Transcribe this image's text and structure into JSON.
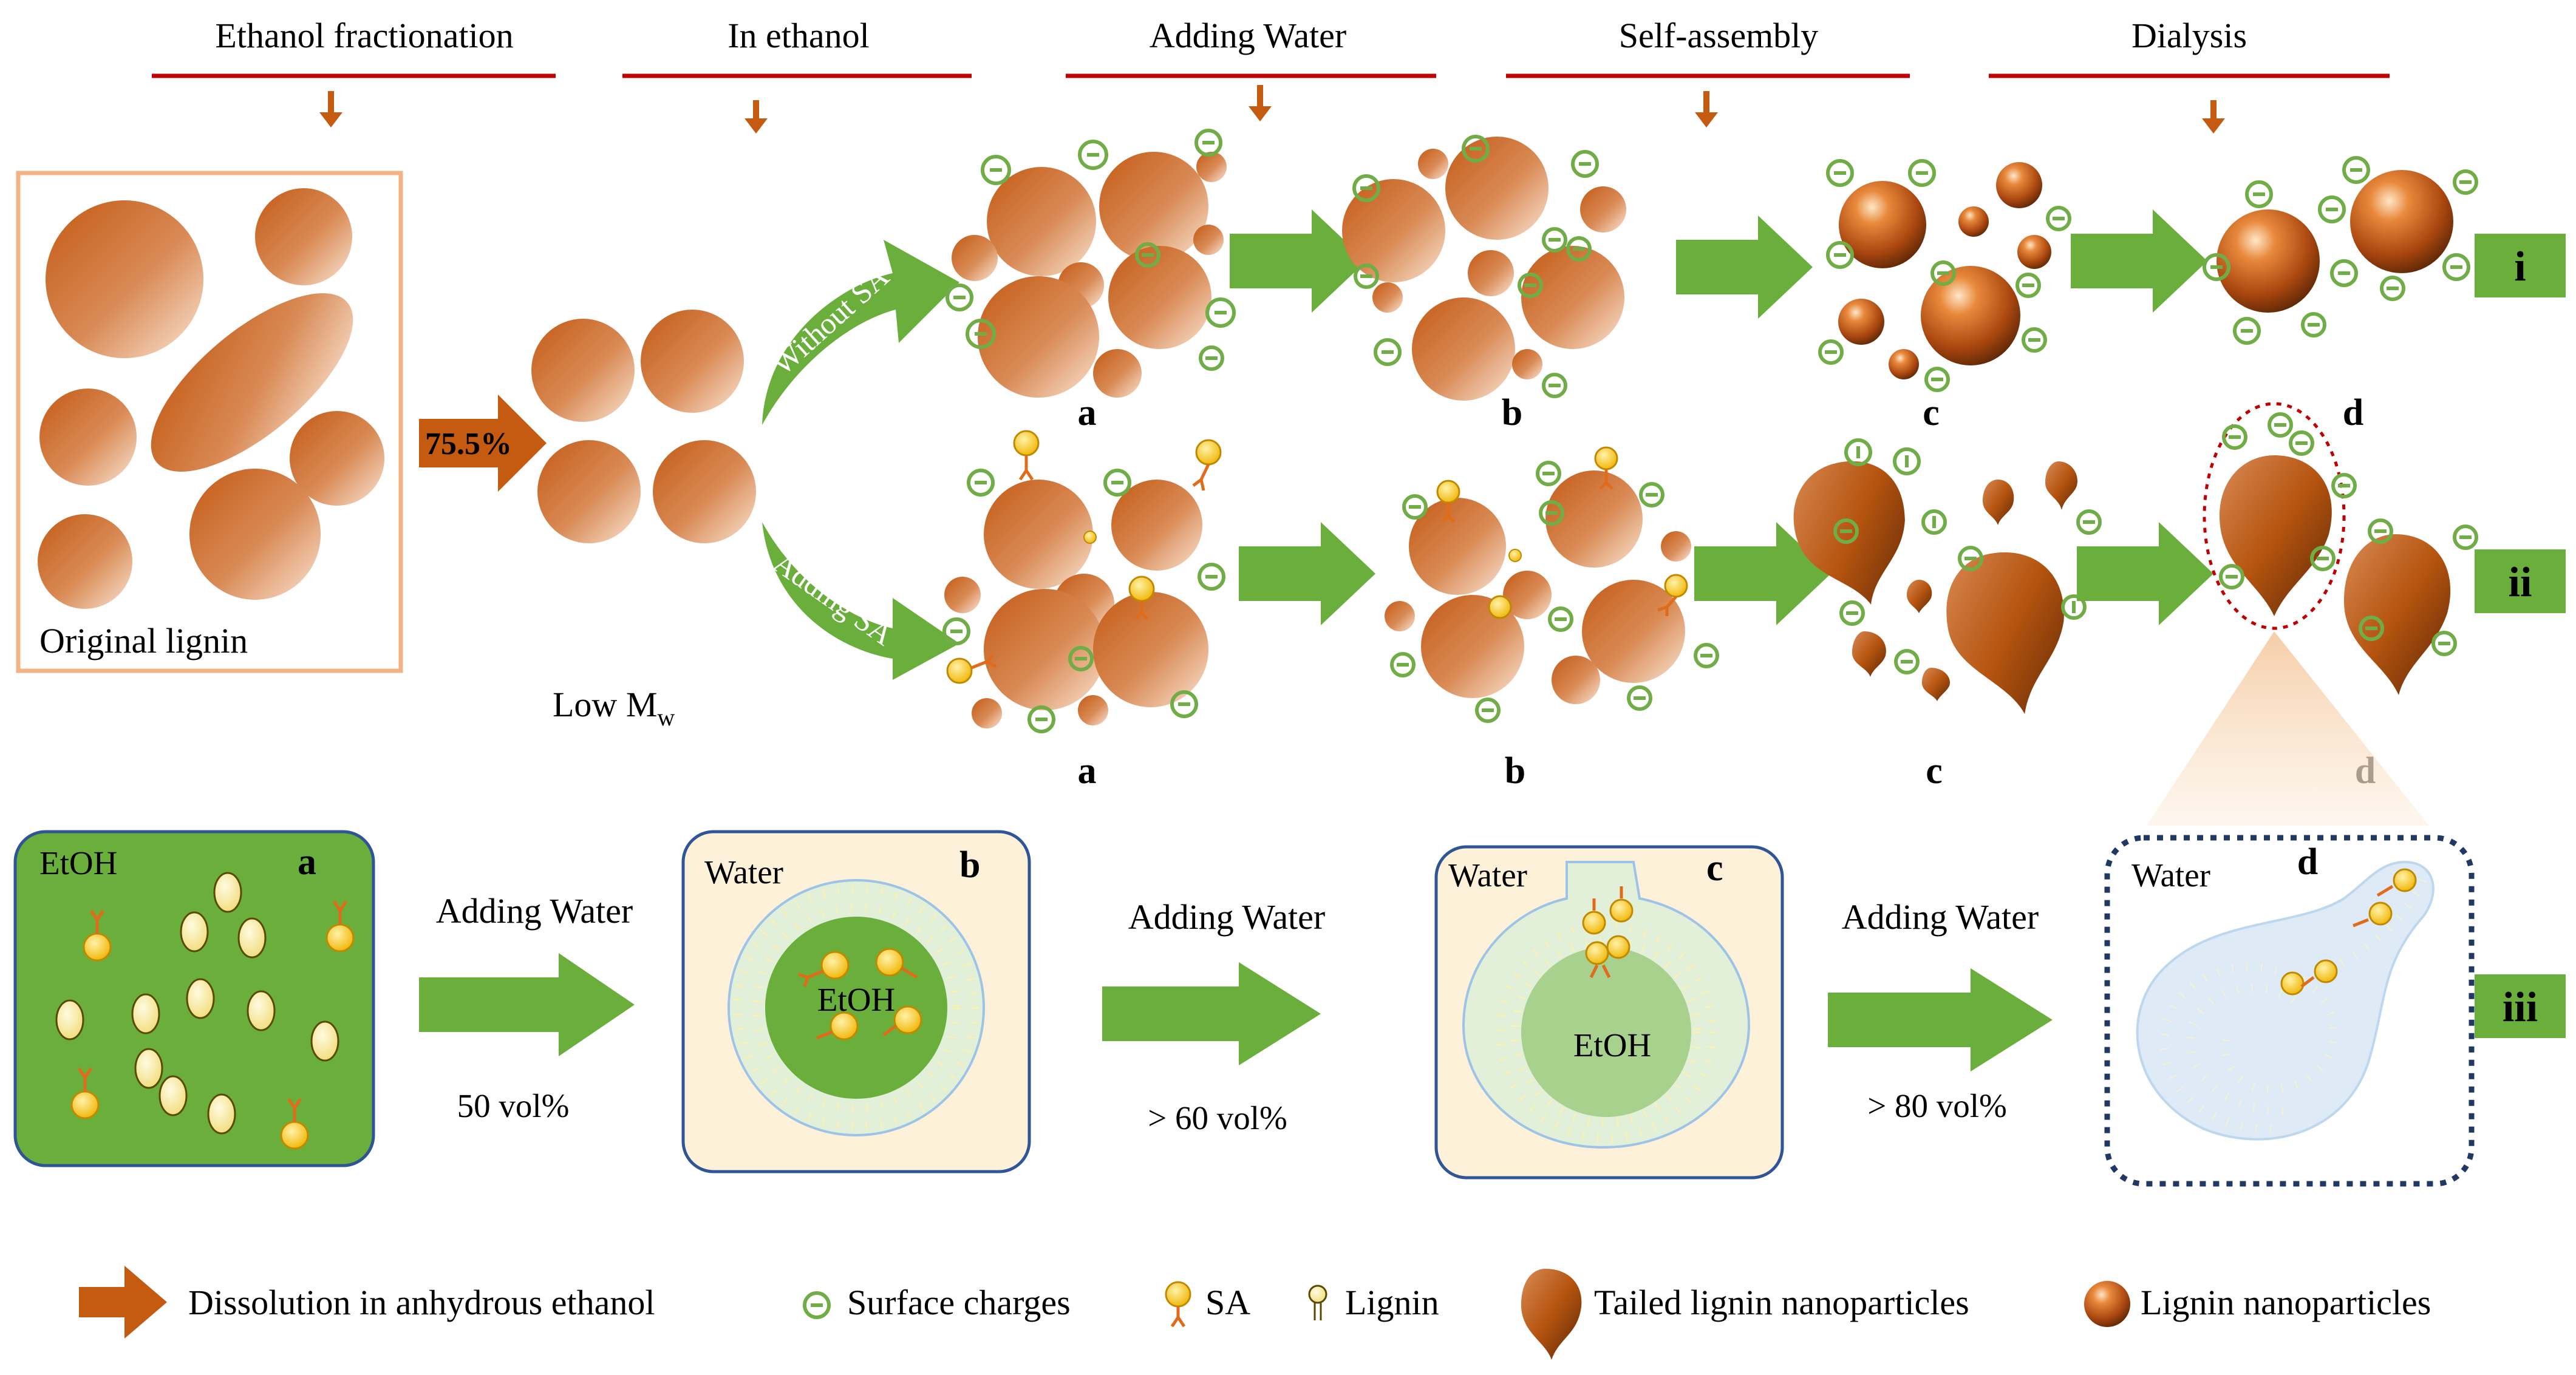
{
  "stages": {
    "s1": "Ethanol fractionation",
    "s2": "In ethanol",
    "s3": "Adding Water",
    "s4": "Self-assembly",
    "s5": "Dialysis"
  },
  "labels": {
    "original": "Original lignin",
    "yield": "75.5%",
    "low_mw": "Low M",
    "low_mw_sub": "w",
    "without_sa": "Without SA",
    "adding_sa": "Adding SA",
    "row_i": "i",
    "row_ii": "ii",
    "row_iii": "iii",
    "a": "a",
    "b": "b",
    "c": "c",
    "d": "d"
  },
  "bottom": {
    "etoh": "EtOH",
    "water": "Water",
    "adding_water": "Adding Water",
    "vol1": "50 vol%",
    "vol2": "> 60 vol%",
    "vol3": "> 80 vol%"
  },
  "legend": {
    "dissolution": "Dissolution in anhydrous ethanol",
    "charges": "Surface charges",
    "sa": "SA",
    "lignin": "Lignin",
    "tailed": "Tailed lignin nanoparticles",
    "nanoparticles": "Lignin nanoparticles"
  },
  "colors": {
    "header_line": "#c00000",
    "green": "#6aae3c",
    "brown": "#c55a11",
    "charge": "#70ad47",
    "dotted": "#203864"
  }
}
